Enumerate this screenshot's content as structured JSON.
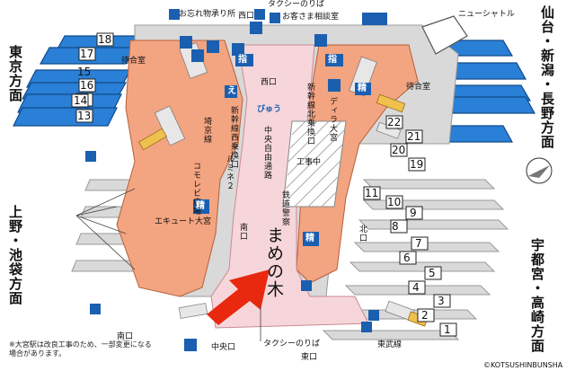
{
  "directions": {
    "top_right": "仙台・新潟・長野方面",
    "left_top": "東京方面",
    "left_bottom": "上野・池袋方面",
    "right_bottom": "宇都宮・高崎方面"
  },
  "exits": {
    "west": "西口",
    "north_small": "北口",
    "south_small": "南口",
    "central": "中央口",
    "east": "東口",
    "south": "南口",
    "south_bottom_left": "南口"
  },
  "facilities": {
    "lost_found": "お忘れ物承り所",
    "taxi_top": "タクシーのりば",
    "customer_service": "お客さま相談室",
    "new_shuttle": "ニューシャトル",
    "waiting_room_left": "待合室",
    "waiting_room_right": "待合室",
    "central_passage": "中央自由通路",
    "construction": "工事中",
    "shinkansen_west": "新幹線西乗換口",
    "shinkansen_north": "新幹線北乗換口",
    "keihin_line": "埼京線",
    "comoreby": "コモレビ広場",
    "lumine2": "ルミネ２",
    "ecute": "エキュート大宮",
    "dila": "ディラ大宮",
    "railway_police": "鉄道警察",
    "mamenoki": "まめの木",
    "taxi_bottom": "タクシーのりば",
    "tobu_line": "東武線",
    "biew_logo": "びゅう"
  },
  "icon_labels": {
    "ticket": "指",
    "seisan": "精",
    "ekinet": "え"
  },
  "platforms_left": [
    "18",
    "17",
    "16",
    "15",
    "14",
    "13"
  ],
  "platforms_right": [
    "22",
    "21",
    "20",
    "19",
    "11",
    "10",
    "9",
    "8",
    "7",
    "6",
    "5",
    "4",
    "3",
    "2",
    "1"
  ],
  "note": "※大宮駅は改良工事のため、一部変更になる場合があります。",
  "copyright": "©KOTSUSHINBUNSHA",
  "colors": {
    "platform": "#2a7fd6",
    "concourse": "#f6d6da",
    "shops": "#f3a480",
    "arrow": "#e8290f"
  }
}
